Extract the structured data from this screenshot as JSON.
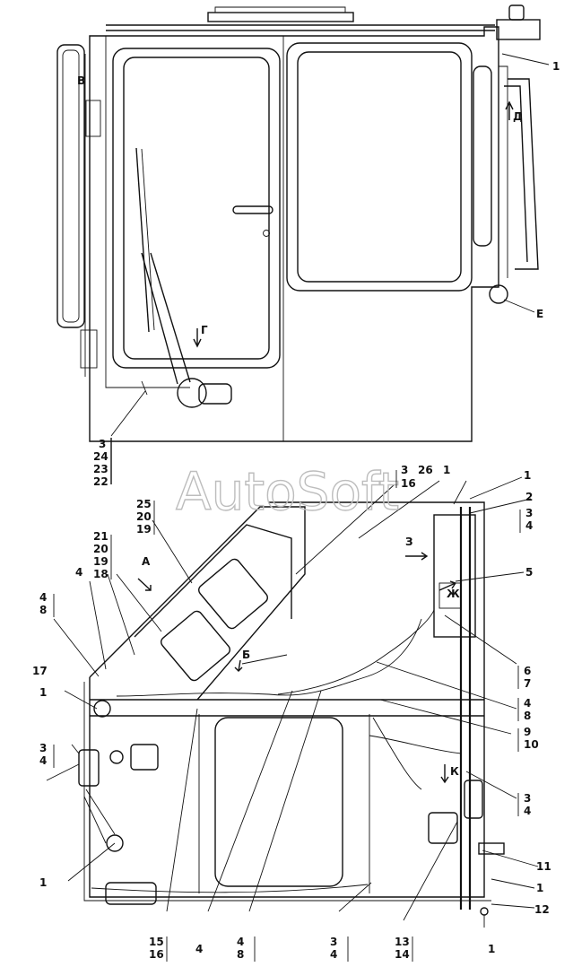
{
  "watermark": "AutoSoft",
  "views": {
    "B": "В",
    "G": "Г",
    "D": "Д",
    "E": "Е",
    "A": "А",
    "Bb": "Б",
    "Z": "З",
    "Zh": "Ж",
    "K": "К"
  },
  "labels": {
    "n1": "1",
    "n2": "2",
    "n3": "3",
    "n4": "4",
    "n5": "5",
    "n6": "6",
    "n7": "7",
    "n8": "8",
    "n9": "9",
    "n10": "10",
    "n11": "11",
    "n12": "12",
    "n13": "13",
    "n14": "14",
    "n15": "15",
    "n16": "16",
    "n17": "17",
    "n18": "18",
    "n19": "19",
    "n20": "20",
    "n21": "21",
    "n22": "22",
    "n23": "23",
    "n24": "24",
    "n25": "25",
    "n26": "26"
  }
}
